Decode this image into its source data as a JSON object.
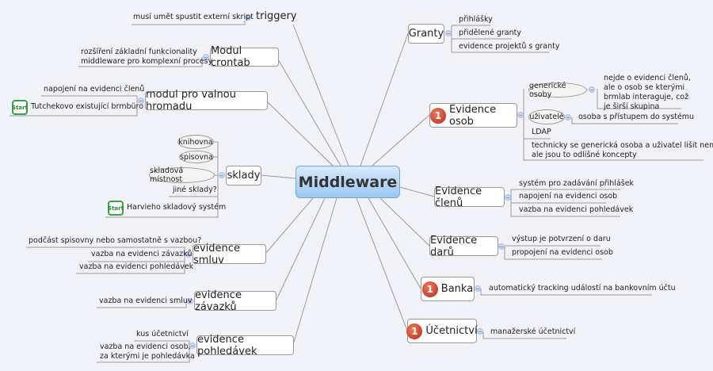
{
  "central": "Middleware",
  "left": {
    "triggery": {
      "label": "triggery",
      "children": [
        "musí umět spustit externí skript"
      ]
    },
    "crontab": {
      "label": "Modul crontab",
      "children": [
        "rozšíření základní funkcionality",
        "middleware pro komplexní procesy"
      ]
    },
    "valna": {
      "label": "modul pro valnou hromadu",
      "children": [
        "napojení na evidenci členů",
        "Tutchekovo existující brmbüro"
      ],
      "marker": "Start"
    },
    "sklady": {
      "label": "sklady",
      "children": [
        "knihovna",
        "spisovna",
        "skladová místnost",
        "jiné sklady?",
        "Harvieho skladový systém"
      ],
      "marker": "Start"
    },
    "smluv": {
      "label": "evidence smluv",
      "children": [
        "podčást spisovny nebo samostatně s vazbou?",
        "vazba na evidenci závazků",
        "vazba na evidenci pohledávek"
      ]
    },
    "zavazku": {
      "label": "evidence závazků",
      "children": [
        "vazba na evidenci smluv"
      ]
    },
    "pohledavek": {
      "label": "evidence pohledávek",
      "children": [
        "kus účetnictví",
        "vazba na evidenci osob,",
        "za kterými je pohledávka"
      ]
    }
  },
  "right": {
    "granty": {
      "label": "Granty",
      "children": [
        "přihlášky",
        "přidělené granty",
        "evidence projektů s granty"
      ]
    },
    "osob": {
      "label": "Evidence osob",
      "priority": "1",
      "children": [
        "generické osoby",
        "nejde o evidenci členů,",
        "ale o osob se kterými",
        "brmlab interaguje, což",
        "je širší skupina",
        "uživatelé",
        "osoba s přístupem do systému",
        "LDAP",
        "technicky se generická osoba a uživatel lišit nemusí,",
        "ale jsou to odlišné koncepty"
      ]
    },
    "clenu": {
      "label": "Evidence členů",
      "children": [
        "systém pro zadávání přihlášek",
        "napojení na evidenci osob",
        "vazba na evidenci pohledávek"
      ]
    },
    "daru": {
      "label": "Evidence darů",
      "children": [
        "výstup je potvrzení o daru",
        "propojení na evidenci osob"
      ]
    },
    "banka": {
      "label": "Banka",
      "priority": "1",
      "children": [
        "automatický tracking událostí na bankovním účtu"
      ]
    },
    "ucetnictvi": {
      "label": "Účetnictví",
      "priority": "1",
      "children": [
        "manažerské účetnictví"
      ]
    }
  }
}
